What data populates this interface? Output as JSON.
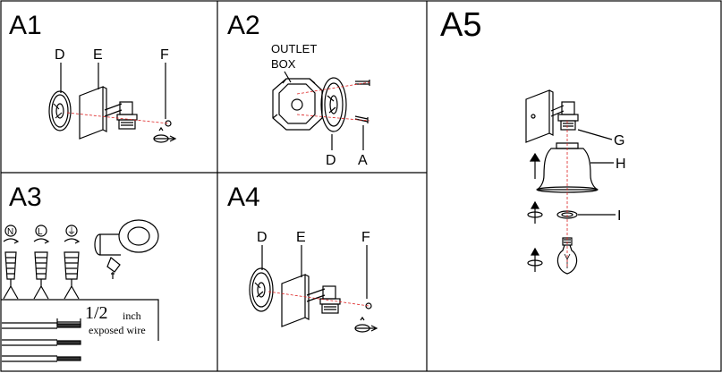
{
  "panels": [
    {
      "id": "A1",
      "title": "A1",
      "parts": [
        "D",
        "E",
        "F"
      ]
    },
    {
      "id": "A2",
      "title": "A2",
      "outlet_line1": "OUTLET",
      "outlet_line2": "BOX",
      "parts": [
        "D",
        "A"
      ]
    },
    {
      "id": "A3",
      "title": "A3",
      "wire_symbols": [
        "N",
        "L",
        "⏚"
      ],
      "fraction": "1/2",
      "unit": "inch",
      "caption": "exposed wire"
    },
    {
      "id": "A4",
      "title": "A4",
      "parts": [
        "D",
        "E",
        "F"
      ]
    },
    {
      "id": "A5",
      "title": "A5",
      "parts": [
        "G",
        "H",
        "I"
      ]
    }
  ]
}
